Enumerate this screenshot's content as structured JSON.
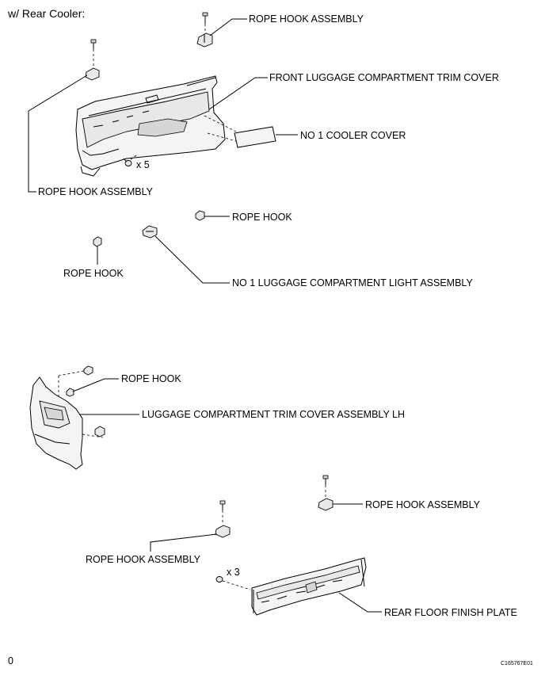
{
  "header": {
    "title": "w/ Rear Cooler:"
  },
  "labels": {
    "rope_hook_assembly_top": "ROPE HOOK ASSEMBLY",
    "front_trim_cover": "FRONT LUGGAGE COMPARTMENT TRIM COVER",
    "cooler_cover": "NO  1 COOLER COVER",
    "qty_x5": "x 5",
    "rope_hook_assembly_left": "ROPE HOOK ASSEMBLY",
    "rope_hook_mid_right": "ROPE HOOK",
    "rope_hook_mid_left": "ROPE HOOK",
    "light_assembly": "NO  1 LUGGAGE COMPARTMENT LIGHT ASSEMBLY",
    "rope_hook_lower": "ROPE HOOK",
    "trim_cover_lh": "LUGGAGE COMPARTMENT TRIM COVER ASSEMBLY LH",
    "rope_hook_assembly_right": "ROPE HOOK ASSEMBLY",
    "rope_hook_assembly_bottom": "ROPE HOOK ASSEMBLY",
    "qty_x3": "x 3",
    "rear_floor_plate": "REAR FLOOR FINISH PLATE"
  },
  "footer": {
    "page_number": "0",
    "figure_code": "C165767E01"
  }
}
